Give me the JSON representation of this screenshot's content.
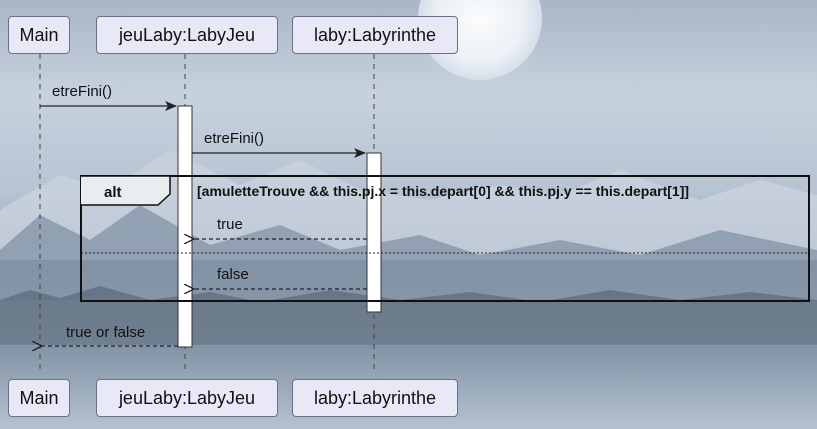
{
  "participants": {
    "main": "Main",
    "jeu": "jeuLaby:LabyJeu",
    "laby": "laby:Labyrinthe"
  },
  "messages": {
    "m1": "etreFini()",
    "m2": "etreFini()",
    "ret_true": "true",
    "ret_false": "false",
    "ret_final": "true or false"
  },
  "fragment": {
    "operator": "alt",
    "guard": "[amuletteTrouve && this.pj.x = this.depart[0] && this.pj.y == this.depart[1]]"
  },
  "colors": {
    "participant_fill": "#e9e8f7",
    "participant_border": "#6a6f8c",
    "line": "#333333"
  }
}
